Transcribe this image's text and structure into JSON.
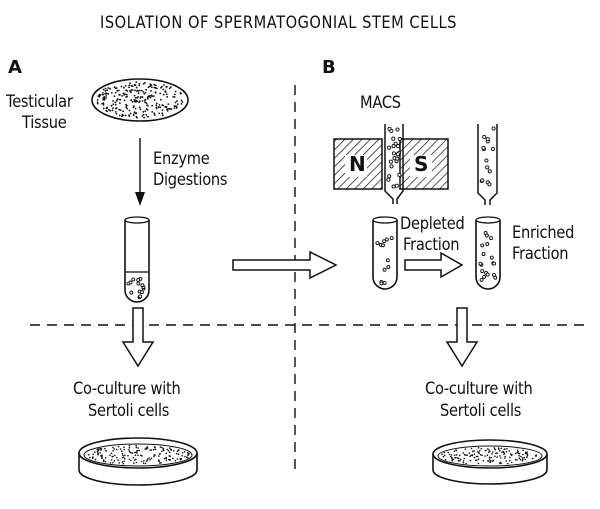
{
  "title": "ISOLATION OF SPERMATOGONIAL STEM CELLS",
  "panel_a": {
    "letter": "A",
    "tissue_label": [
      "Testicular",
      "Tissue"
    ],
    "step_label": [
      "Enzyme",
      "Digestions"
    ],
    "result_label": [
      "Co-culture with",
      "Sertoli cells"
    ]
  },
  "panel_b": {
    "letter": "B",
    "method_label": "MACS",
    "magnet_north": "N",
    "magnet_south": "S",
    "depleted_label": [
      "Depleted",
      "Fraction"
    ],
    "enriched_label": [
      "Enriched",
      "Fraction"
    ],
    "result_label": [
      "Co-culture with",
      "Sertoli cells"
    ]
  },
  "colors": {
    "ink": "#111111",
    "background": "#ffffff"
  }
}
